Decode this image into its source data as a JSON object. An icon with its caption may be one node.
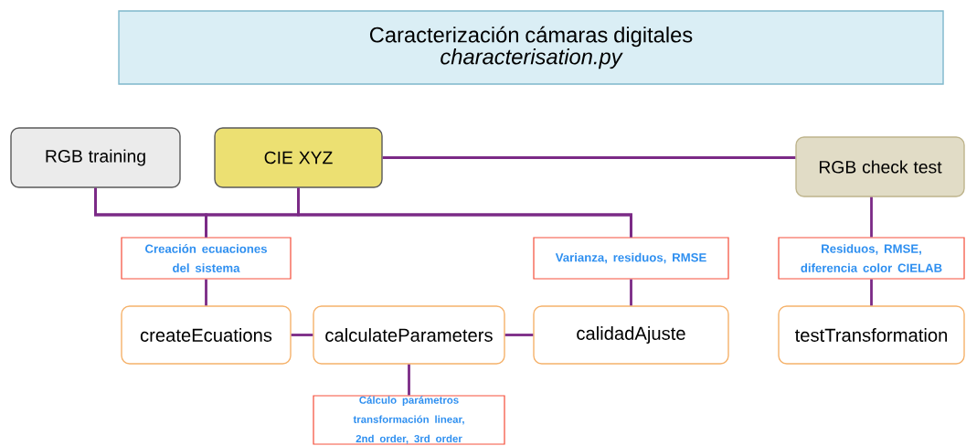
{
  "diagram": {
    "nodes": [
      {
        "text": [
          "Caracterización cámaras digitales",
          "characterisation.py"
        ]
      },
      {
        "text": [
          "RGB training"
        ]
      },
      {
        "text": [
          "CIE XYZ"
        ]
      },
      {
        "text": [
          "RGB check test"
        ]
      },
      {
        "text": [
          "Creación ecuaciones del sistema"
        ]
      },
      {
        "text": [
          "Varianza, residuos, RMSE"
        ]
      },
      {
        "text": [
          "Residuos, RMSE, diferencia color CIELAB"
        ]
      },
      {
        "text": [
          "createEcuations"
        ]
      },
      {
        "text": [
          "calculateParameters"
        ]
      },
      {
        "text": [
          "calidadAjuste"
        ]
      },
      {
        "text": [
          "testTransformation"
        ]
      },
      {
        "text": [
          "Cálculo parámetros transformación linear, 2nd order, 3rd order"
        ]
      }
    ],
    "edges": [
      {
        "from": 2,
        "to": 3,
        "arrow": "none"
      },
      {
        "from": 1,
        "to": 4,
        "arrow": "none"
      },
      {
        "from": 2,
        "to": 4,
        "arrow": "none"
      },
      {
        "from": 1,
        "to": 5,
        "arrow": "none"
      },
      {
        "from": 2,
        "to": 5,
        "arrow": "none"
      },
      {
        "from": 4,
        "to": 7,
        "arrow": "none"
      },
      {
        "from": 5,
        "to": 9,
        "arrow": "none"
      },
      {
        "from": 3,
        "to": 6,
        "arrow": "none"
      },
      {
        "from": 6,
        "to": 10,
        "arrow": "none"
      },
      {
        "from": 7,
        "to": 8,
        "arrow": "none"
      },
      {
        "from": 8,
        "to": 9,
        "arrow": "none"
      },
      {
        "from": 8,
        "to": 11,
        "arrow": "none"
      }
    ]
  }
}
